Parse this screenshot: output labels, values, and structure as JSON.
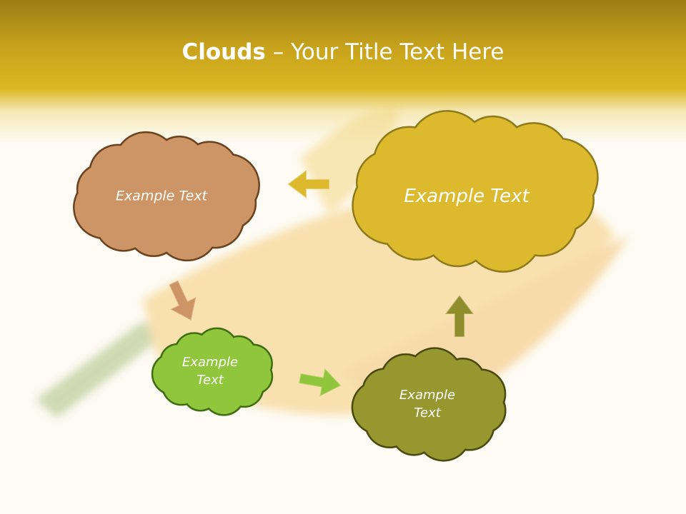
{
  "slide": {
    "title_bold": "Clouds",
    "title_separator": " – ",
    "title_rest": "Your Title Text Here"
  },
  "clouds": [
    {
      "id": "brown",
      "text": "Example Text",
      "fill": "#cd9565",
      "stroke": "#6a4220"
    },
    {
      "id": "yellow",
      "text": "Example Text",
      "fill": "#dcb92d",
      "stroke": "#8e7a1a"
    },
    {
      "id": "green",
      "text": "Example Text",
      "fill": "#8fc63b",
      "stroke": "#3f6e12"
    },
    {
      "id": "olive",
      "text": "Example Text",
      "fill": "#97972f",
      "stroke": "#4a4a10"
    }
  ],
  "arrows": [
    {
      "id": "yellow-left",
      "color": "#dcb92d"
    },
    {
      "id": "brown-down",
      "color": "#cd9565"
    },
    {
      "id": "green-right",
      "color": "#8fc63b"
    },
    {
      "id": "olive-up",
      "color": "#8e8e2c"
    }
  ]
}
